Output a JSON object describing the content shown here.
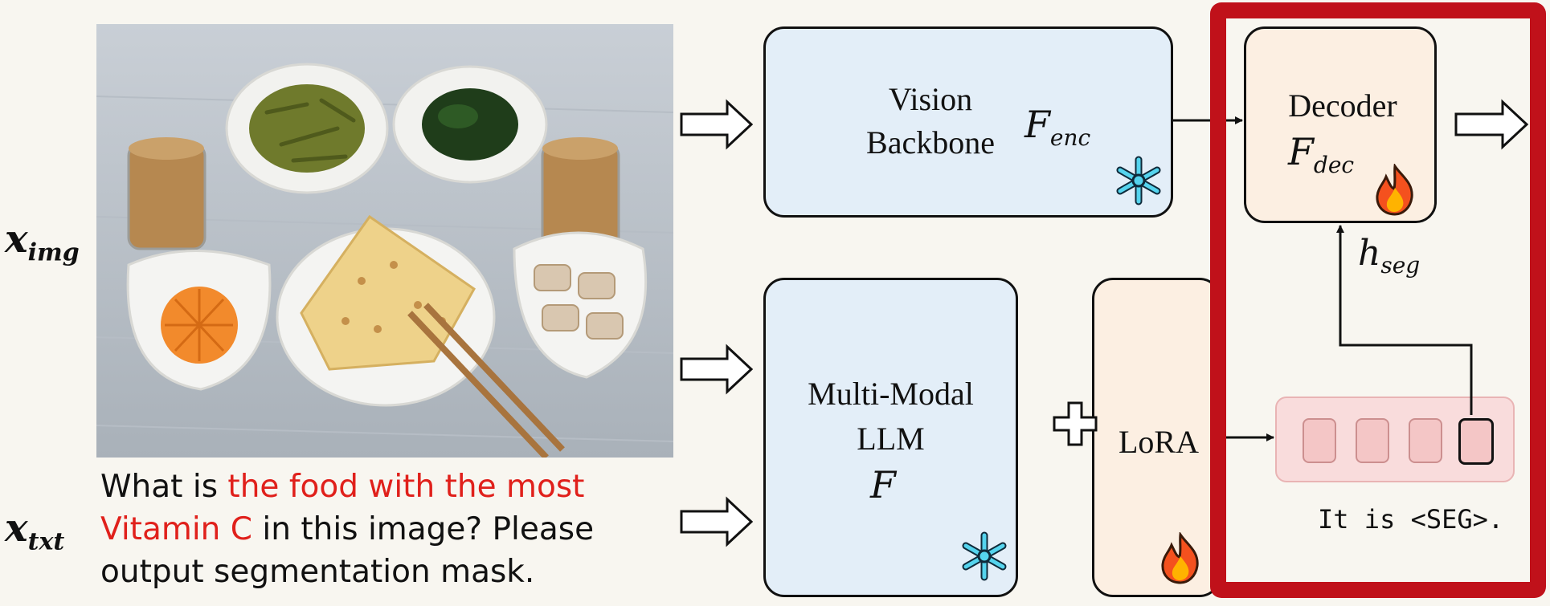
{
  "inputs": {
    "img_symbol": "x",
    "img_sub": "img",
    "txt_symbol": "x",
    "txt_sub": "txt"
  },
  "prompt": {
    "part1": "What is ",
    "highlight1": "the food with the most",
    "highlight2": "Vitamin C",
    "part2": " in this image? Please",
    "part3": "output segmentation mask."
  },
  "vision_backbone": {
    "line1": "Vision",
    "line2": "Backbone",
    "symbol": "F",
    "sub": "enc"
  },
  "llm": {
    "line1": "Multi-Modal",
    "line2": "LLM",
    "symbol": "F"
  },
  "lora": {
    "label": "LoRA"
  },
  "decoder": {
    "label": "Decoder",
    "symbol": "F",
    "sub": "dec"
  },
  "hseg": {
    "symbol": "h",
    "sub": "seg"
  },
  "output_text": "It is <SEG>.",
  "colors": {
    "frozen_box": "#e3eef8",
    "trainable_box": "#fcefe2",
    "highlight_frame": "#c0111a",
    "prompt_highlight": "#e0201b",
    "token_fill": "#f4c6c6"
  },
  "icons": {
    "frozen": "snowflake-icon",
    "trainable": "flame-icon"
  }
}
